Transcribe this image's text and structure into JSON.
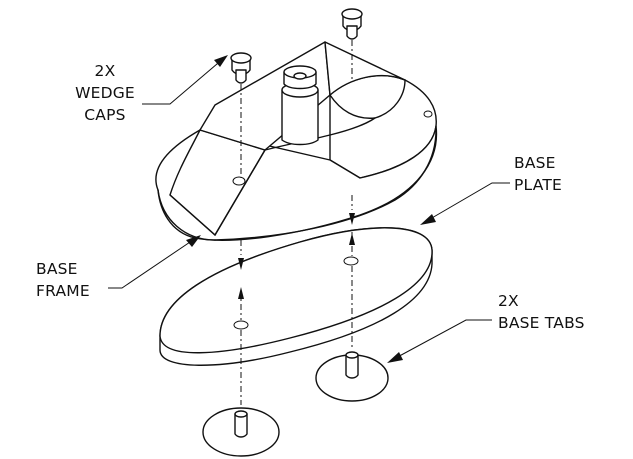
{
  "callouts": {
    "wedge_caps": [
      "2X",
      "WEDGE",
      "CAPS"
    ],
    "base_plate": [
      "BASE",
      "PLATE"
    ],
    "base_frame": [
      "BASE",
      "FRAME"
    ],
    "base_tabs": [
      "2X",
      "BASE TABS"
    ]
  },
  "colors": {
    "line": "#111111",
    "background": "#ffffff"
  }
}
